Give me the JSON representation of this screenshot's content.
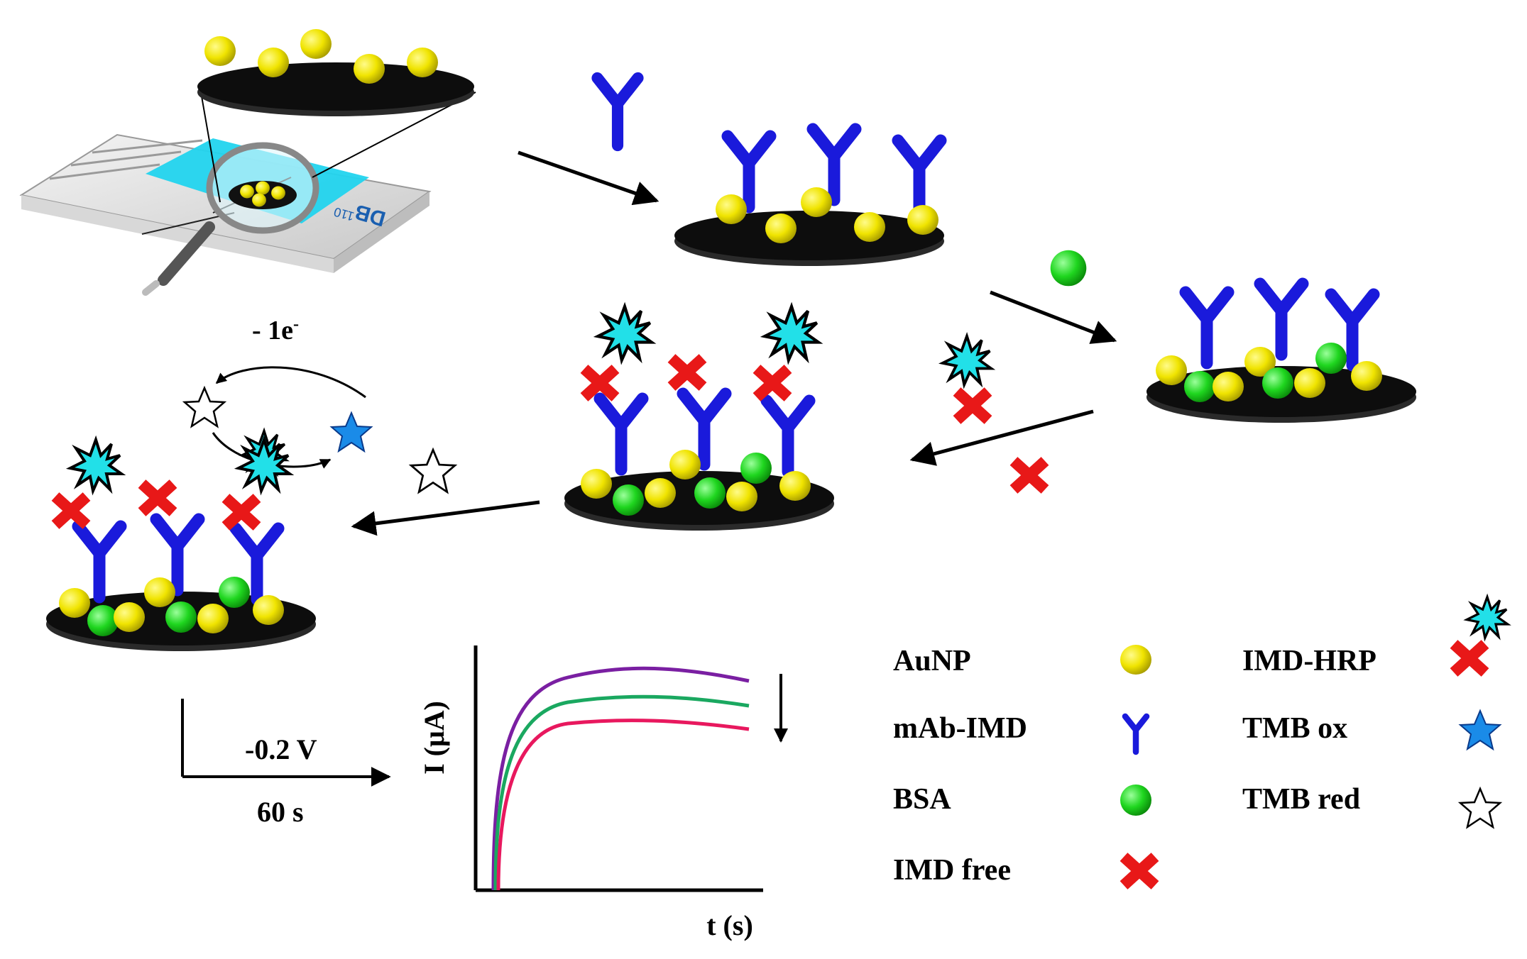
{
  "electrode": {
    "strip_code": "DB",
    "strip_number": "110"
  },
  "redox": {
    "electron_label": "- 1e",
    "electron_superscript": "-"
  },
  "amperometry": {
    "potential": "-0.2 V",
    "time": "60 s"
  },
  "plot": {
    "ylabel": "I (μA)",
    "xlabel": "t (s)",
    "trace_colors": [
      "#7a1fa2",
      "#1aa860",
      "#e8185e"
    ]
  },
  "legend": {
    "aunp": "AuNP",
    "mab": "mAb-IMD",
    "bsa": "BSA",
    "imd_free": "IMD  free",
    "imd_hrp": "IMD-HRP",
    "tmb_ox": "TMB  ox",
    "tmb_red": "TMB  red"
  },
  "colors": {
    "aunp": "#f0e400",
    "antibody": "#1a1adb",
    "bsa": "#1fd61f",
    "imd": "#e81818",
    "hrp": "#22e0e8",
    "tmb_ox": "#1a8be8",
    "strip": "#22d4ee"
  }
}
